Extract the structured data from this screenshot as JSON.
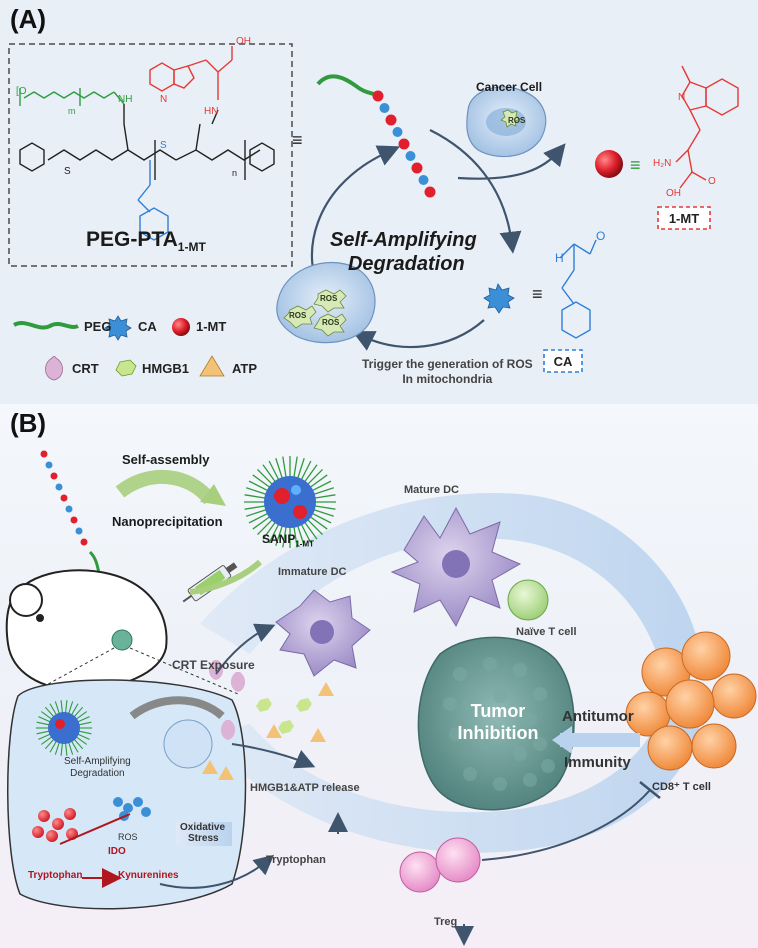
{
  "panel_a": {
    "label": "(A)",
    "polymer": {
      "name": "PEG-PTA",
      "name_sub": "1-MT",
      "chem_m": "m",
      "chem_n": "n",
      "chem_NH": "NH",
      "chem_O": "O",
      "chem_OH": "OH",
      "chem_S": "S",
      "chem_N": "N",
      "chem_HN": "HN"
    },
    "equiv_symbol": "≡",
    "cancer_cell_label": "Cancer Cell",
    "ros_label": "ROS",
    "cycle_label_line1": "Self-Amplifying",
    "cycle_label_line2": "Degradation",
    "trigger_line1": "Trigger the generation of ROS",
    "trigger_line2": "In mitochondria",
    "legend": [
      {
        "label": "PEG"
      },
      {
        "label": "CA"
      },
      {
        "label": "1-MT"
      },
      {
        "label": "CRT"
      },
      {
        "label": "HMGB1"
      },
      {
        "label": "ATP"
      }
    ],
    "mt_box_label": "1-MT",
    "ca_box_label": "CA",
    "mt_chem": {
      "H2N": "H₂N",
      "OH": "OH",
      "O": "O",
      "N": "N"
    },
    "ca_chem": {
      "H": "H",
      "O": "O"
    }
  },
  "panel_b": {
    "label": "(B)",
    "self_assembly": "Self-assembly",
    "nanoprecipitation": "Nanoprecipitation",
    "sanp_label": "SANP",
    "sanp_sub": "1-MT",
    "mature_dc": "Mature DC",
    "immature_dc": "Immature DC",
    "naive_t": "Naïve T cell",
    "crt_exposure": "CRT Exposure",
    "tumor_line1": "Tumor",
    "tumor_line2": "Inhibition",
    "antitumor": "Antitumor",
    "immunity": "Immunity",
    "cd8": "CD8⁺ T cell",
    "hmgb1_atp": "HMGB1&ATP release",
    "self_amp_line1": "Self-Amplifying",
    "self_amp_line2": "Degradation",
    "ros": "ROS",
    "oxidative_line1": "Oxidative",
    "oxidative_line2": "Stress",
    "ido": "IDO",
    "tryptophan": "Tryptophan",
    "kynurenines": "Kynurenines",
    "tryptophan_up": "Tryptophan",
    "treg": "Treg"
  },
  "colors": {
    "peg_green": "#2f9a3e",
    "ca_blue": "#3a8fd6",
    "mt_red": "#e0202c",
    "chem_blue": "#2e7fd8",
    "chem_red": "#e53935",
    "chem_green": "#2e9e3f",
    "cell_blue": "#bcd3ec",
    "dc_purple": "#b7a9d6",
    "tcell_orange": "#f5a05a",
    "treg_pink": "#f0a8d8",
    "tumor_teal": "#6f9e9a"
  }
}
